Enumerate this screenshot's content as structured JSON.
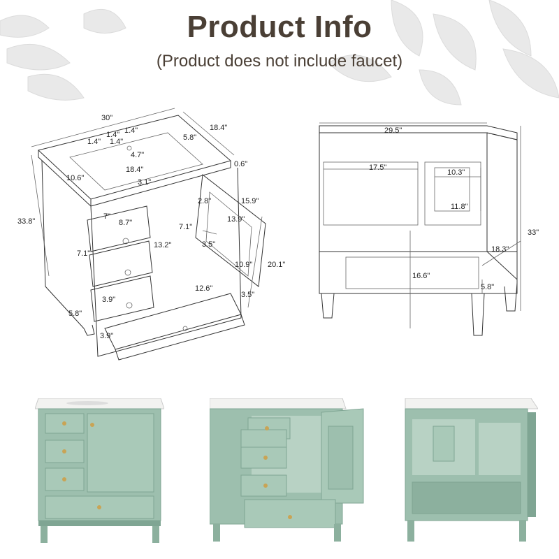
{
  "header": {
    "title": "Product Info",
    "subtitle": "(Product does not include faucet)"
  },
  "front_diagram": {
    "width": "30\"",
    "depth": "18.4\"",
    "height": "33.8\"",
    "hole_a": "1.4\"",
    "hole_b": "1.4\"",
    "hole_c": "1.4\"",
    "hole_d": "1.4\"",
    "sink_depth": "4.7\"",
    "top_right_offset": "5.8\"",
    "top_thickness": "0.6\"",
    "left_edge": "10.6\"",
    "basin_width": "18.4\"",
    "basin_front": "3.1\"",
    "drawer_width": "7\"",
    "drawer_inner": "8.7\"",
    "drawer_height": "7.1\"",
    "cavity_height": "13.2\"",
    "door_shelf": "2.8\"",
    "door_height": "15.9\"",
    "door_inner": "13.9\"",
    "door_left": "7.1\"",
    "door_small": "3.5\"",
    "door_lower": "10.9\"",
    "side_height": "20.1\"",
    "drawer_front": "3.9\"",
    "bottom_width": "12.6\"",
    "bottom_right": "3.5\"",
    "leg_height": "5.8\"",
    "bottom_drawer": "3.9\""
  },
  "back_diagram": {
    "top_width": "29.5\"",
    "inner_width": "17.5\"",
    "small_width": "10.3\"",
    "small_height": "11.8\"",
    "height": "33\"",
    "depth": "18.3\"",
    "lower_height": "16.6\"",
    "leg_height": "5.8\""
  },
  "colors": {
    "cabinet": "#9dbfae",
    "cabinet_dark": "#7fa593",
    "top": "#f2f2f0",
    "knob": "#c9a455",
    "title": "#4a3f35"
  },
  "photos": [
    "front-closed-photo",
    "front-open-photo",
    "back-photo"
  ]
}
